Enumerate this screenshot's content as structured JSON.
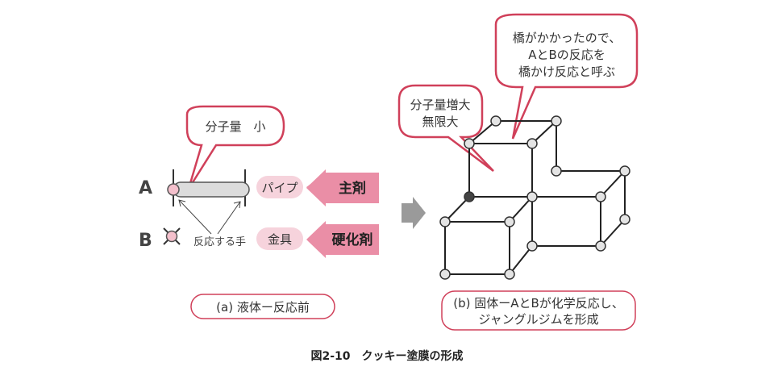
{
  "left": {
    "bubble_text": "分子量　小",
    "label_a": "A",
    "label_b": "B",
    "pipe_label": "パイプ",
    "fitting_label": "金具",
    "main_agent": "主剤",
    "hardener": "硬化剤",
    "reactive_hands": "反応する手",
    "caption": "(a) 液体ー反応前"
  },
  "right": {
    "bubble_top_lines": [
      "橋がかかったので、",
      "AとBの反応を",
      "橋かけ反応と呼ぶ"
    ],
    "bubble_mid_lines": [
      "分子量増大",
      "無限大"
    ],
    "caption_lines": [
      "(b) 固体ーAとBが化学反応し、",
      "ジャングルジムを形成"
    ]
  },
  "figure_title": "図2-10　クッキー塗膜の形成",
  "colors": {
    "bubble_border": "#d0405a",
    "pink_fill": "#f2b8c6",
    "arrow_pink": "#ea8ea6",
    "gray_arrow": "#9a9a9a",
    "node_fill": "#e0e0e0"
  }
}
